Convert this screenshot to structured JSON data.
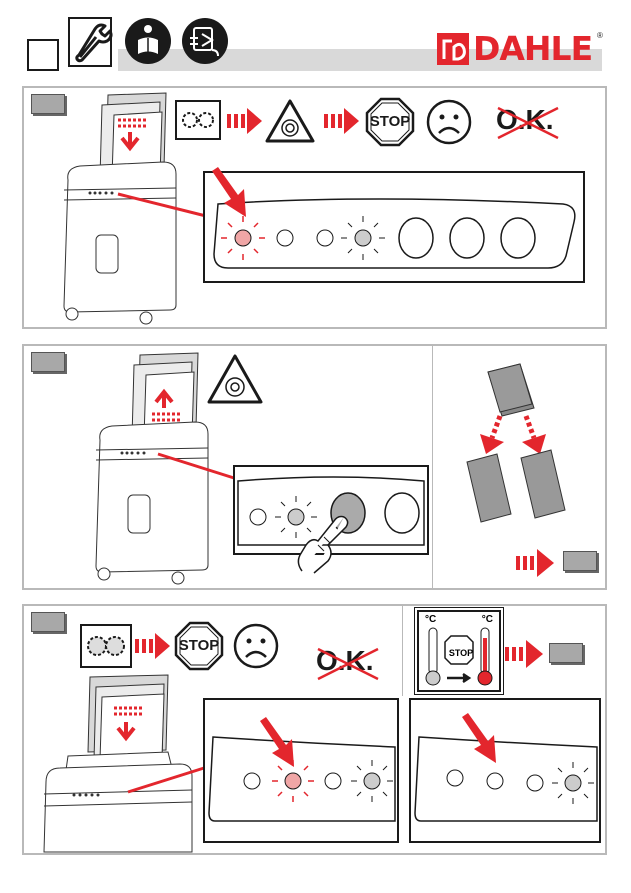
{
  "brand": {
    "name": "DAHLE",
    "registered": "®"
  },
  "colors": {
    "red": "#e3262d",
    "dark": "#1a1a1a",
    "gray_panel": "#a8a8a8",
    "frame": "#b9b9b9",
    "bar": "#d9d9d9"
  },
  "header": {
    "icons": [
      "blank-step-box",
      "wrench-icon",
      "read-manual-icon",
      "unplug-icon"
    ]
  },
  "panel1": {
    "stop_label": "STOP",
    "ok_label": "O.K.",
    "icons": [
      "paper-jam-gears-icon",
      "autostart-warning-icon",
      "stop-sign-icon",
      "sad-face-icon",
      "crossed-ok-icon"
    ],
    "leds": [
      "blinking-red",
      "off",
      "off",
      "blinking-gray"
    ],
    "buttons": 3
  },
  "panel2": {
    "icons": [
      "autostart-warning-icon",
      "paper-stack-icon",
      "split-stack-icon",
      "next-step-box"
    ],
    "leds": [
      "off",
      "blinking-gray"
    ],
    "buttons": 2
  },
  "panel3": {
    "stop_label": "STOP",
    "ok_label": "O.K.",
    "temp_unit_left": "°C",
    "temp_unit_right": "°C",
    "icons": [
      "paper-jam-gears-icon",
      "stop-sign-icon",
      "sad-face-icon",
      "crossed-ok-icon",
      "overheat-thermometer-icon",
      "next-step-box"
    ],
    "leds_a": [
      "off",
      "blinking-red",
      "off",
      "blinking-gray"
    ],
    "leds_b": [
      "off",
      "off",
      "off",
      "blinking-gray"
    ]
  }
}
